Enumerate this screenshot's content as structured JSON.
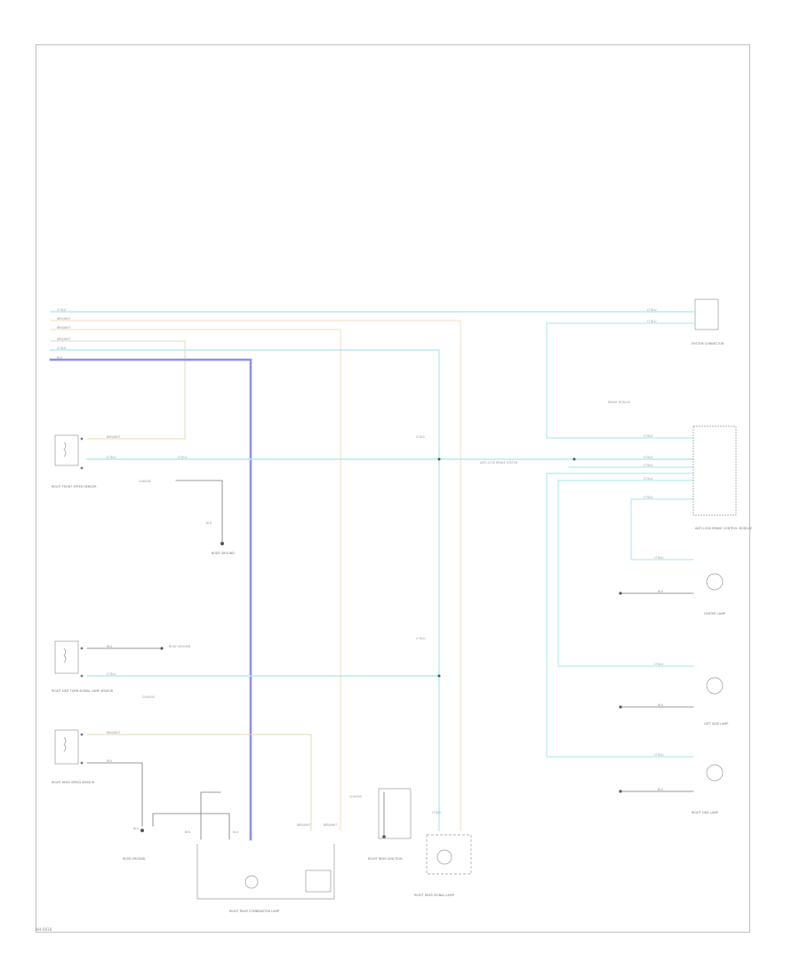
{
  "colors": {
    "wire_lt_blu": "#b3ecef",
    "wire_blu": "#8f8ff0",
    "wire_brn": "#e5d9b4",
    "wire_orn": "#f0dcc4",
    "wire_blk": "#777777",
    "frame": "#bfbfbf"
  },
  "wire_labels": {
    "top_lt_blu": "LT BLU",
    "brn_wht_1": "BRN/WHT",
    "brn_wht_2": "BRN/WHT",
    "brn_wht_3": "BRN/WHT",
    "lt_blu_2": "LT BLU",
    "blu": "BLU",
    "blk_1": "BLK",
    "blk_2": "BLK",
    "blk_3": "BLK",
    "blk_4": "BLK",
    "blk_5": "BLK"
  },
  "components": {
    "right_front_sensor": "RIGHT FRONT SPEED SENSOR",
    "right_side_sensor": "RIGHT SIDE TURN SIGNAL LAMP SENSOR",
    "right_rear_sensor": "RIGHT REAR SPEED SENSOR",
    "right_side_lamp": "RIGHT SIDE LAMP",
    "left_side_lamp": "LEFT SIDE LAMP",
    "module_label": "ANTI-LOCK BRAKE CONTROL MODULE",
    "center_lamp": "CENTER LAMP",
    "chassis_1": "CHASSIS",
    "chassis_2": "CHASSIS",
    "chassis_3": "CHASSIS",
    "ground_a": "BODY GROUND",
    "ground_b": "BODY GROUND",
    "rear_joint": "RIGHT REAR JUNCTION",
    "rear_ground": "REAR GROUND",
    "right_rear_lamp": "RIGHT REAR COMBINATION LAMP",
    "right_rear_signal": "RIGHT REAR SIGNAL LAMP",
    "top_right_conn": "SYSTEM CONNECTOR",
    "splice_label": "ANTI-LOCK BRAKE SYSTEM",
    "brake_module": "BRAKE MODULE",
    "page_ref": "W4-0018"
  }
}
